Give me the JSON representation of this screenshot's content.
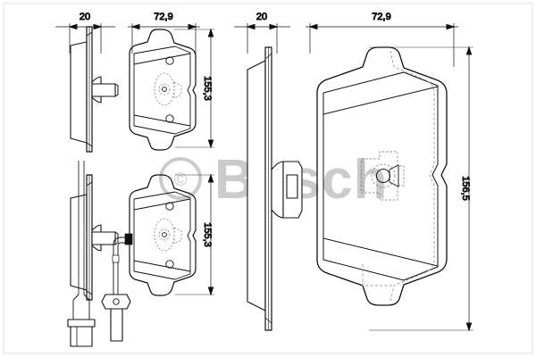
{
  "drawing": {
    "title": "Bosch brake pad set technical drawing",
    "watermark": {
      "text": "Bosch",
      "copyright_symbol": "©",
      "color": "#c9c9c9"
    },
    "line_color": "#111111",
    "dashed_color": "#777777",
    "border_color": "#e8e8e8",
    "background": "#ffffff"
  },
  "dimensions": {
    "left_group": {
      "thickness_label": "20",
      "width_label": "72,9",
      "height_upper_label": "155,3",
      "height_lower_label": "155,3"
    },
    "right_group": {
      "thickness_label": "20",
      "width_label": "72,9",
      "height_label": "156,5"
    }
  },
  "views": [
    {
      "name": "left-upper-side-view",
      "type": "side-profile",
      "thickness": "20"
    },
    {
      "name": "left-upper-pad-face",
      "type": "pad-outline",
      "width": "72,9",
      "height": "155,3"
    },
    {
      "name": "left-lower-side-view",
      "type": "side-profile-with-sensor",
      "thickness": "20"
    },
    {
      "name": "left-lower-pad-face",
      "type": "pad-outline-with-wear-sensor",
      "width": "72,9",
      "height": "155,3"
    },
    {
      "name": "right-side-view",
      "type": "side-profile",
      "thickness": "20"
    },
    {
      "name": "right-pad-face",
      "type": "pad-outline-large",
      "width": "72,9",
      "height": "156,5"
    }
  ],
  "components": {
    "wear_sensor_connector_left": "connector-plug",
    "wear_sensor_connector_right": "connector-plug",
    "mounting_detail": "dashed-backing-plate-outline"
  }
}
